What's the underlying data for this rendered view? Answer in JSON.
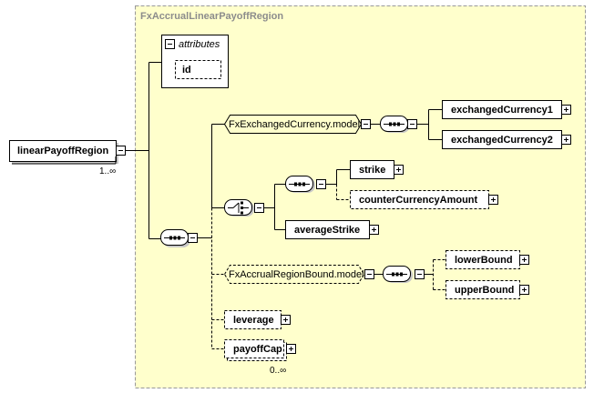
{
  "complex_type": {
    "title": "FxAccrualLinearPayoffRegion"
  },
  "root": {
    "label": "linearPayoffRegion",
    "occurrence": "1..∞"
  },
  "attributes": {
    "title": "attributes",
    "items": [
      {
        "label": "id"
      }
    ]
  },
  "groups": {
    "exchanged_currency_model": "FxExchangedCurrency.model",
    "accrual_region_bound_model": "FxAccrualRegionBound.model"
  },
  "elements": {
    "exchanged_currency_1": "exchangedCurrency1",
    "exchanged_currency_2": "exchangedCurrency2",
    "strike": "strike",
    "counter_currency_amount": "counterCurrencyAmount",
    "average_strike": "averageStrike",
    "lower_bound": "lowerBound",
    "upper_bound": "upperBound",
    "leverage": "leverage",
    "payoff_cap": "payoffCap"
  },
  "payoff_cap_occurrence": "0..∞",
  "colors": {
    "type_background": "#ffffcc",
    "type_border": "#999999"
  }
}
